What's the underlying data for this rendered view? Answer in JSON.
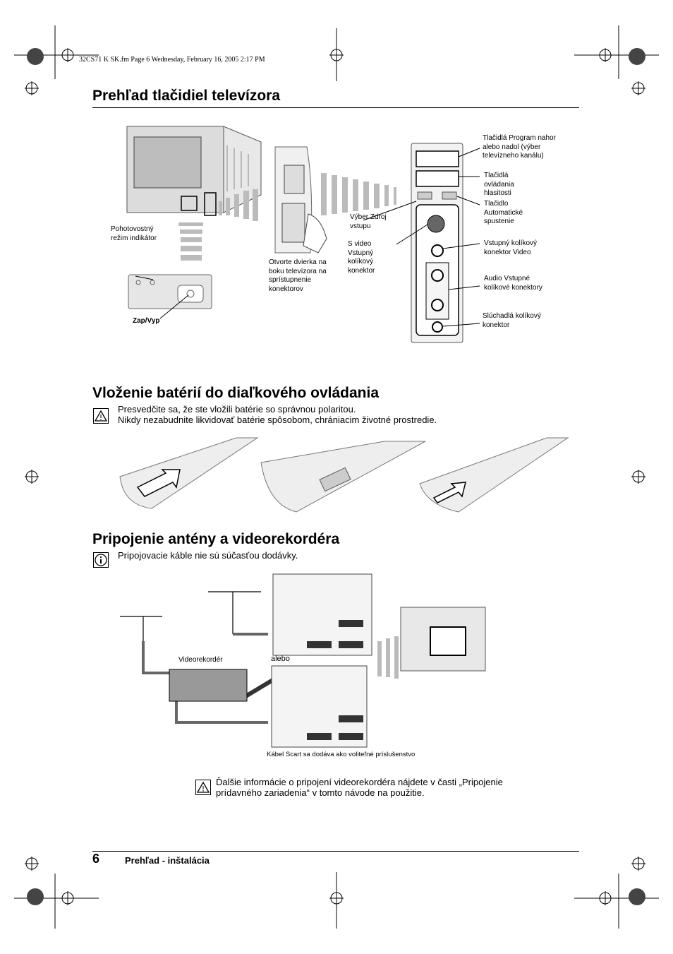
{
  "file_header": "32CS71 K SK.fm  Page 6  Wednesday, February 16, 2005  2:17 PM",
  "sections": {
    "overview": {
      "title": "Prehľad tlačidiel televízora",
      "labels": {
        "program": "Tlačidlá Program nahor alebo nadol (výber televízneho kanálu)",
        "volume": "Tlačidlá ovládania hlasitosti",
        "auto": "Tlačidlo Automatické spustenie",
        "input_select": "Výber Zdroj vstupu",
        "svideo": "S video Vstupný kolíkový konektor",
        "video_in": "Vstupný kolíkový konektor Video",
        "audio_in": "Audio Vstupné kolíkové konektory",
        "headphones": "Slúchadlá kolíkový konektor",
        "standby": "Pohotovostný režim indikátor",
        "open_door": "Otvorte dvierka na boku televízora na sprístupnenie konektorov",
        "power": "Zap/Vyp"
      }
    },
    "batteries": {
      "title": "Vloženie batérií do diaľkového ovládania",
      "warning_line1": "Presvedčite sa, že ste vložili batérie so správnou polaritou.",
      "warning_line2": "Nikdy nezabudnite likvidovať batérie spôsobom, chrániacim životné prostredie."
    },
    "antenna": {
      "title": "Pripojenie antény a videorekordéra",
      "info": "Pripojovacie káble nie sú súčasťou dodávky.",
      "vcr_label": "Videorekordér",
      "or_label": "alebo",
      "scart_note": "Kábel Scart sa dodáva ako voliteľné príslušenstvo",
      "warning": "Ďalšie informácie o pripojení videorekordéra nájdete v časti „Pripojenie prídavného zariadenia“ v tomto návode na použitie."
    }
  },
  "footer": {
    "page_number": "6",
    "section_name": "Prehľad - inštalácia"
  }
}
